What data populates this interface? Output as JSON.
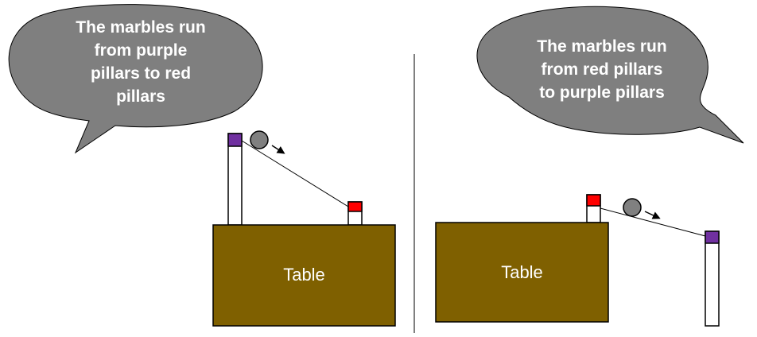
{
  "colors": {
    "bubble": "#7f7f7f",
    "table": "#7f6000",
    "purple_cap": "#7030a0",
    "red_cap": "#ff0000",
    "marble": "#808080",
    "divider": "#000000"
  },
  "left_panel": {
    "speech_lines": [
      "The marbles run",
      "from purple",
      "pillars to red",
      "pillars"
    ],
    "table_label": "Table"
  },
  "right_panel": {
    "speech_lines": [
      "The marbles run",
      "from red pillars",
      "to purple pillars"
    ],
    "table_label": "Table"
  }
}
